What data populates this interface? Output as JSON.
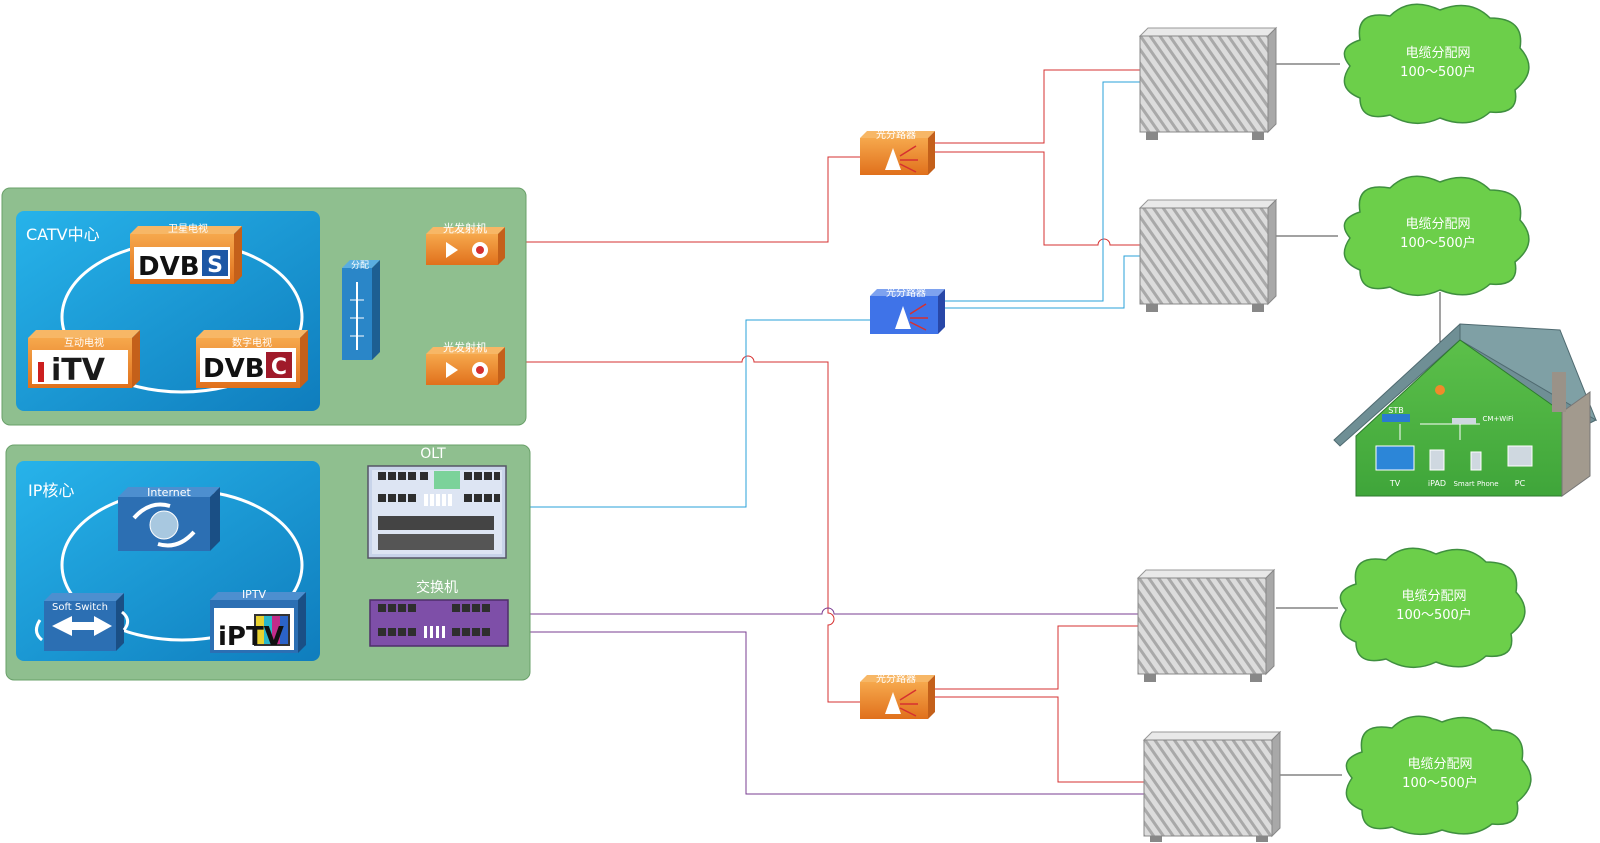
{
  "catv": {
    "title": "CATV中心",
    "satellite_label": "卫星电视",
    "satellite_logo": "DVB",
    "satellite_logo_suffix": "S",
    "interactive_label": "互动电视",
    "itv_logo": "iTV",
    "digital_label": "数字电视",
    "digital_logo": "DVB",
    "digital_logo_suffix": "C",
    "splitter_label": "分配",
    "transmitter1_label": "光发射机",
    "transmitter2_label": "光发射机"
  },
  "ip": {
    "title": "IP核心",
    "internet_label": "Internet",
    "softswitch_label": "Soft Switch",
    "iptv_label": "IPTV",
    "iptv_logo": "iPTV",
    "olt_label": "OLT",
    "switch_label": "交换机"
  },
  "splitters": {
    "top": "光分路器",
    "middle": "光分路器",
    "bottom": "光分路器"
  },
  "networks": [
    {
      "name": "电缆分配网",
      "households": "100～500户"
    },
    {
      "name": "电缆分配网",
      "households": "100～500户"
    },
    {
      "name": "电缆分配网",
      "households": "100～500户"
    },
    {
      "name": "电缆分配网",
      "households": "100～500户"
    }
  ],
  "home": {
    "stb": "STB",
    "cm_wifi": "CM+WiFi",
    "devices": [
      "TV",
      "iPAD",
      "Smart Phone",
      "PC"
    ]
  },
  "colors": {
    "catv_panel": "#8fbf8f",
    "core_blue": "#1a9fd8",
    "red_line": "#d63030",
    "blue_line": "#2aa0d8",
    "purple_line": "#7a3c92",
    "cloud": "#6ccf4a",
    "transmitter": "#ee8a2a",
    "splitter_blue": "#3f73e8"
  }
}
